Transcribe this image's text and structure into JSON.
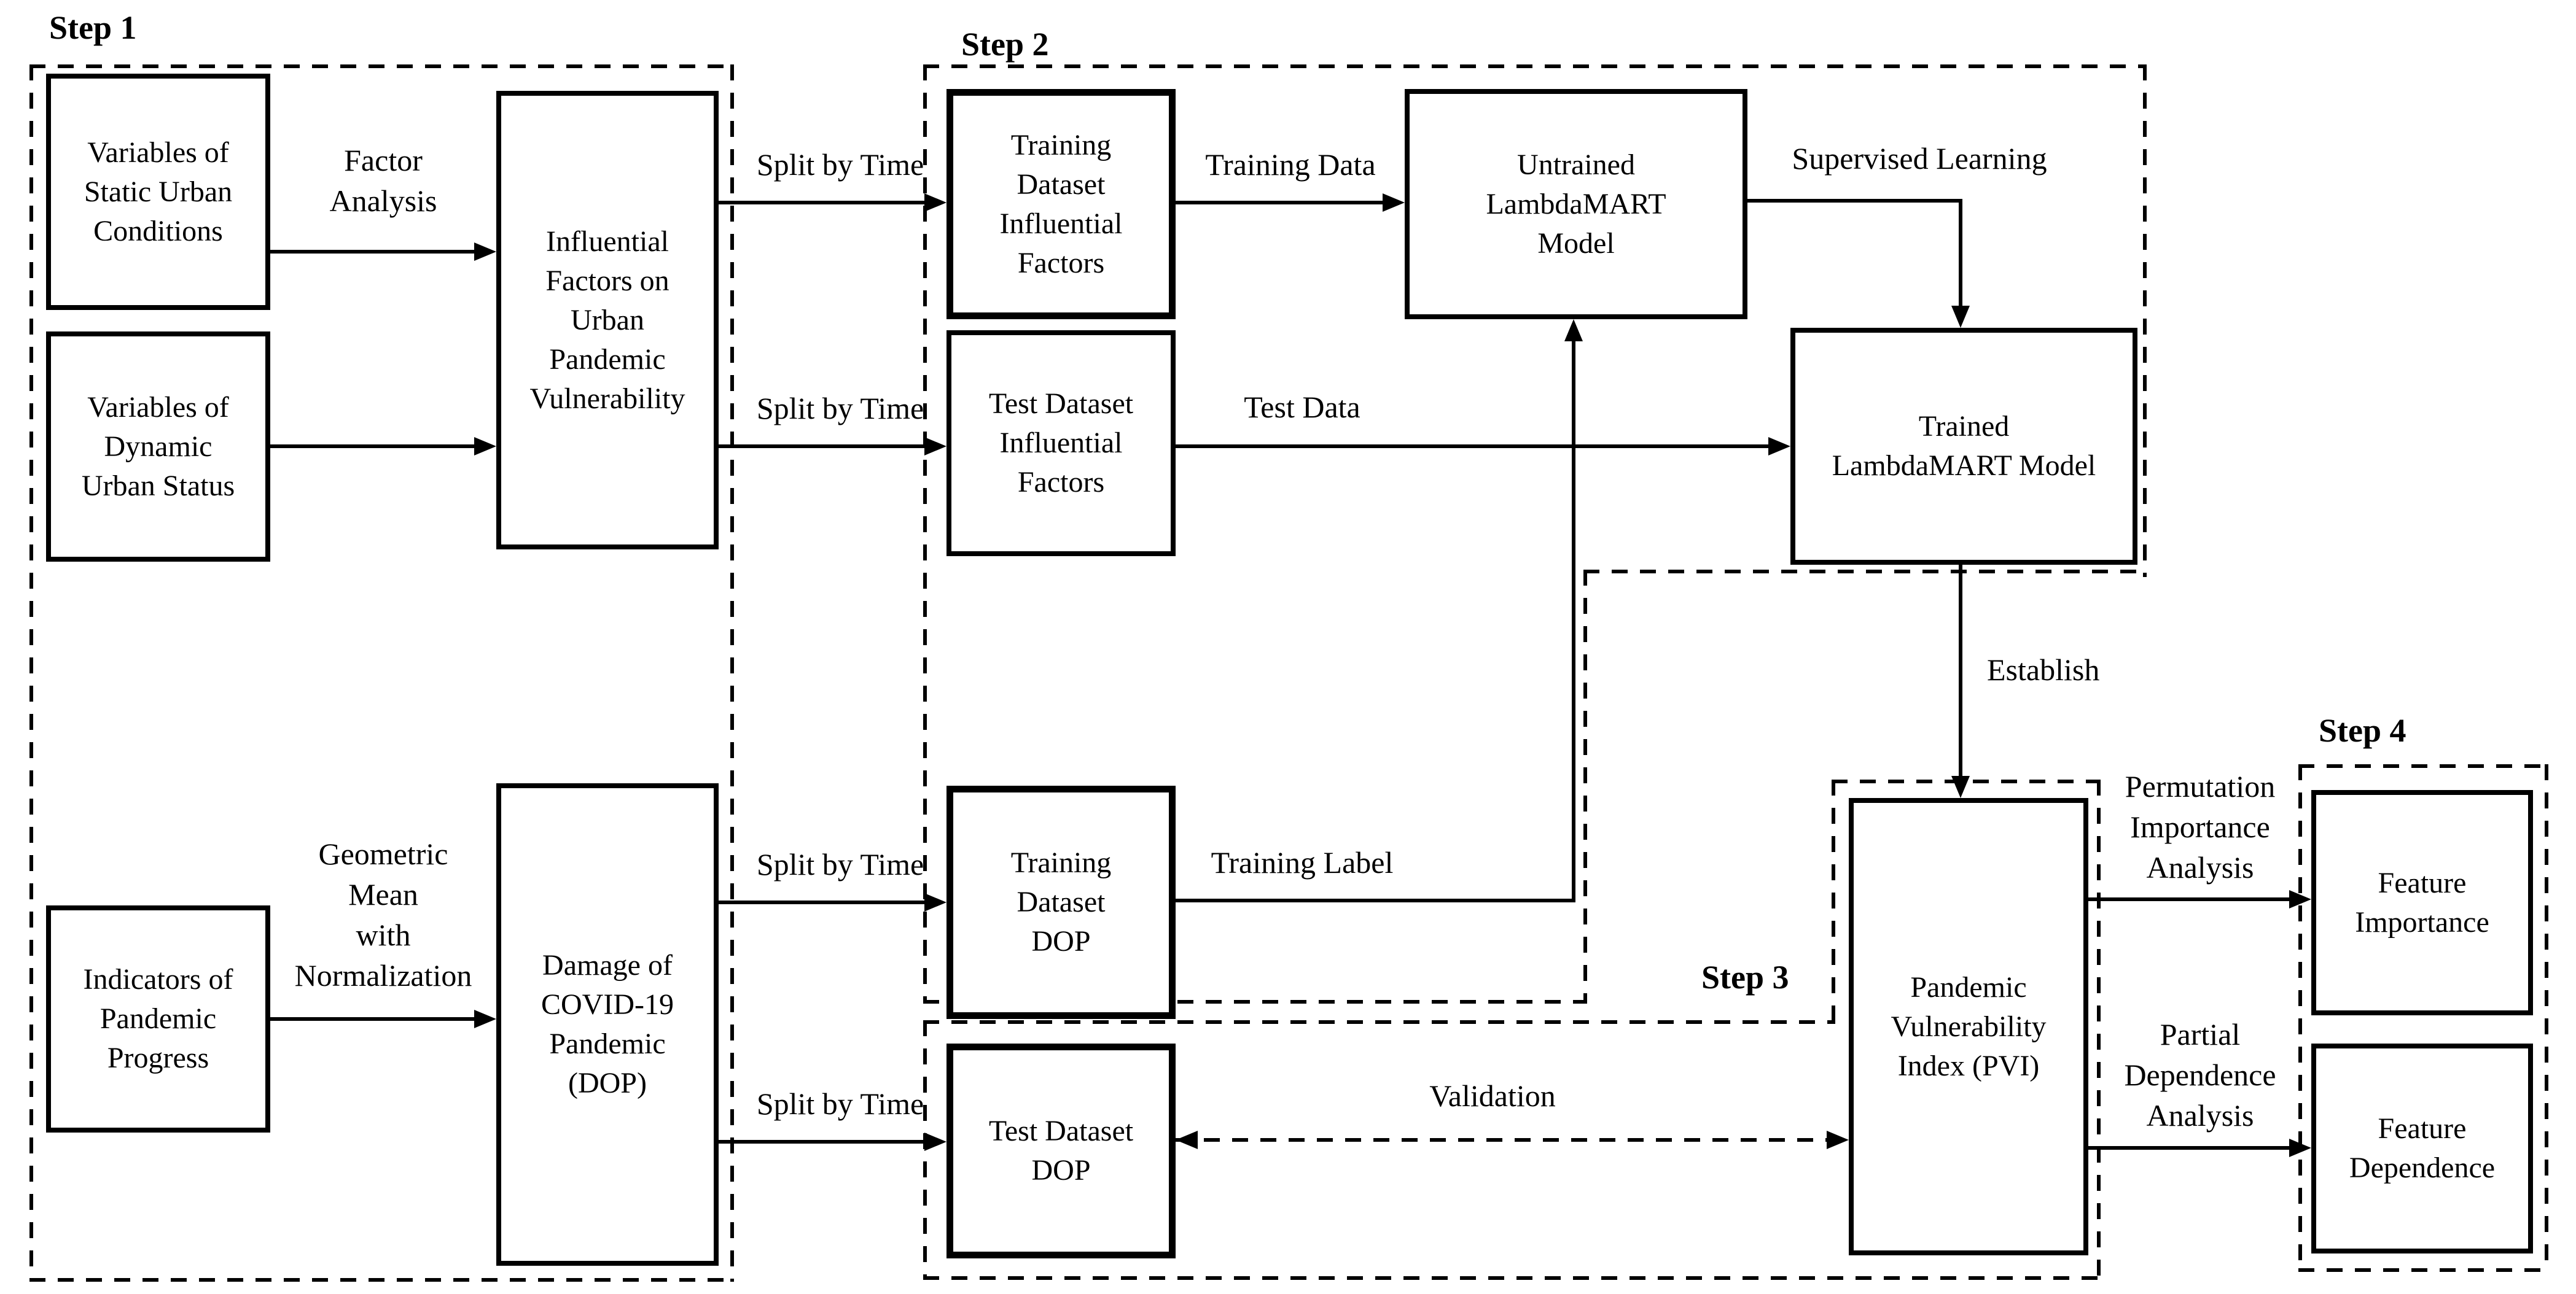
{
  "diagram_type": "flowchart",
  "colors": {
    "ink": "#000000",
    "background": "#ffffff"
  },
  "steps": {
    "step1": "Step 1",
    "step2": "Step 2",
    "step3": "Step 3",
    "step4": "Step 4"
  },
  "boxes": {
    "static_urban": "Variables of\nStatic Urban\nConditions",
    "dynamic_urban": "Variables of\nDynamic\nUrban Status",
    "influential_factors": "Influential\nFactors on\nUrban\nPandemic\nVulnerability",
    "indicators": "Indicators of\nPandemic\nProgress",
    "dop": "Damage of\nCOVID-19\nPandemic\n(DOP)",
    "training_if": "Training\nDataset\nInfluential\nFactors",
    "test_if": "Test Dataset\nInfluential\nFactors",
    "untrained_model": "Untrained\nLambdaMART\nModel",
    "trained_model": "Trained\nLambdaMART Model",
    "training_dop": "Training\nDataset\nDOP",
    "test_dop": "Test Dataset\nDOP",
    "pvi": "Pandemic\nVulnerability\nIndex (PVI)",
    "feature_importance": "Feature\nImportance",
    "feature_dependence": "Feature\nDependence"
  },
  "edge_labels": {
    "factor_analysis": "Factor\nAnalysis",
    "geometric_mean": "Geometric\nMean\nwith\nNormalization",
    "split_by_time": "Split by Time",
    "training_data": "Training Data",
    "test_data": "Test Data",
    "training_label": "Training Label",
    "supervised_learning": "Supervised Learning",
    "establish": "Establish",
    "validation": "Validation",
    "permutation": "Permutation\nImportance\nAnalysis",
    "partial": "Partial\nDependence\nAnalysis"
  }
}
